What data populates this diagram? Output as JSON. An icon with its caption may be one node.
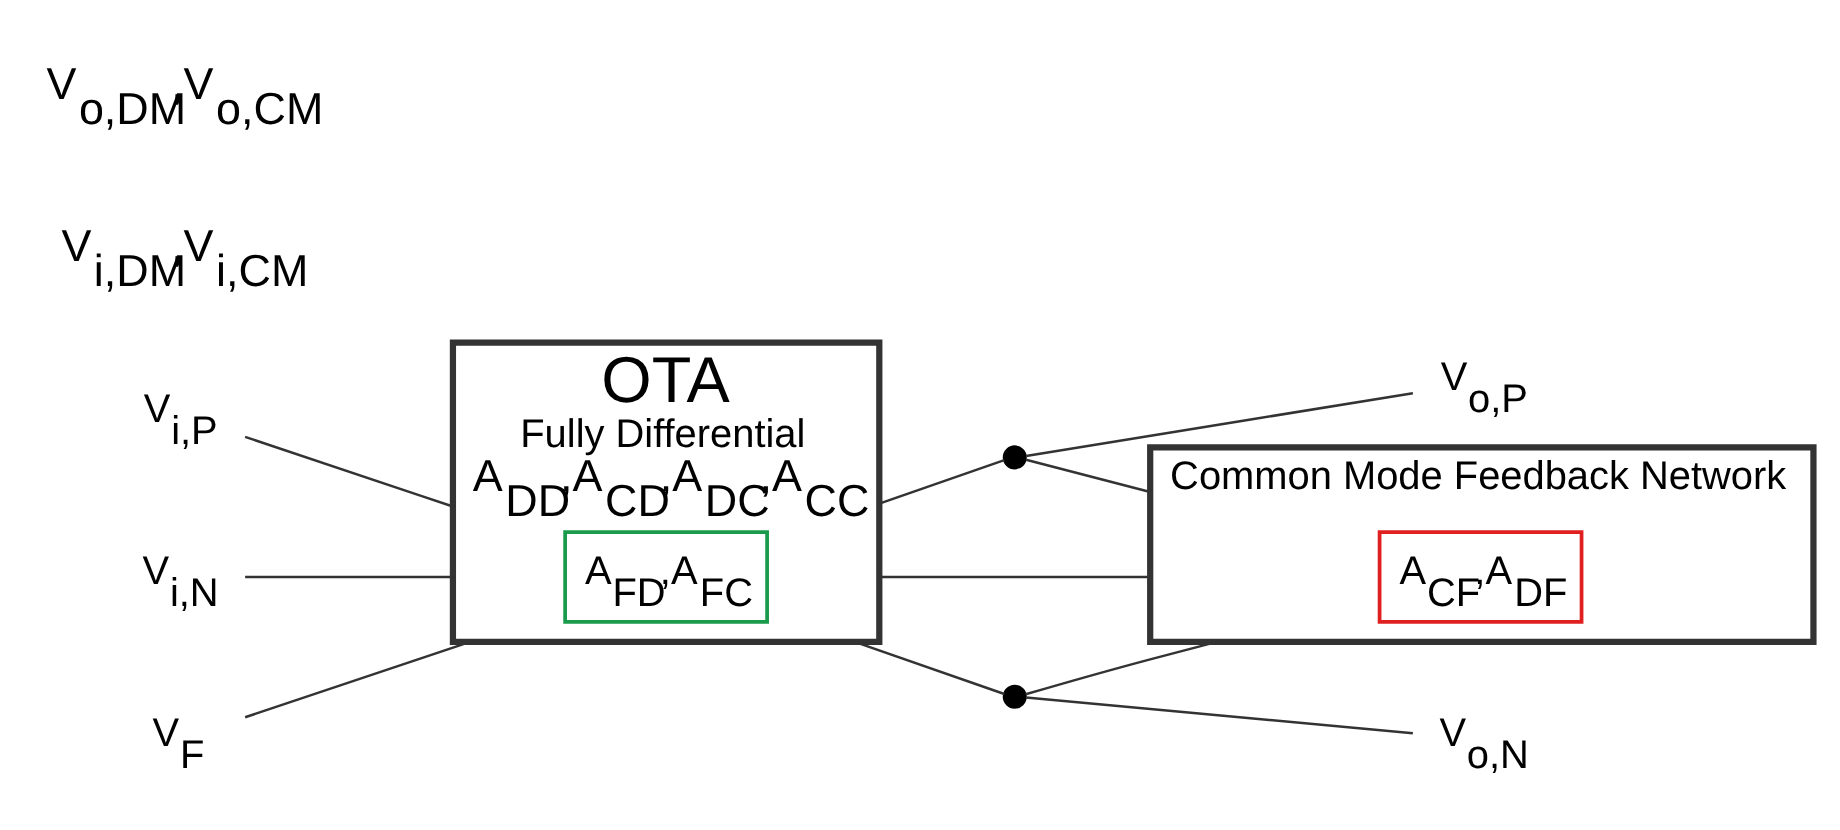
{
  "diagram": {
    "nodes": [
      {
        "text": [
          "OTA",
          "Fully Differential",
          "A$_{DD}$,A$_{CD}$,A$_{DC}$,A$_{CC}$"
        ]
      },
      {
        "text": [
          "A$_{FD}$,A$_{FC}$"
        ],
        "in": 0
      },
      {
        "text": [
          "Common Mode Feedback Network"
        ]
      },
      {
        "text": [
          "A$_{CF}$,A$_{DF}$"
        ],
        "in": 2
      },
      {
        "text": [
          "V$_{i,P}$"
        ]
      },
      {
        "text": [
          "V$_{i,N}$"
        ]
      },
      {
        "text": [
          "V$_{F}$"
        ]
      },
      {
        "text": [
          "V$_{o,P}$"
        ]
      },
      {
        "text": [
          "V$_{o,N}$"
        ]
      },
      {
        "text": [],
        "shape": "circle"
      },
      {
        "text": [],
        "shape": "circle"
      }
    ],
    "edges": [
      {
        "from": 4,
        "to": 0,
        "arrow": "none"
      },
      {
        "from": 5,
        "to": 0,
        "arrow": "none"
      },
      {
        "from": 0,
        "to": 9,
        "arrow": "none"
      },
      {
        "from": 9,
        "to": 7,
        "arrow": "none"
      },
      {
        "from": 0,
        "to": 10,
        "arrow": "none"
      },
      {
        "from": 10,
        "to": 8,
        "arrow": "none"
      },
      {
        "from": 9,
        "to": 2,
        "arrow": "none"
      },
      {
        "from": 10,
        "to": 2,
        "arrow": "none"
      },
      {
        "from": 2,
        "to": 0,
        "arrow": "none"
      },
      {
        "from": 6,
        "to": 0,
        "arrow": "none"
      }
    ],
    "labels": [
      "V$_{i,DM}$,V$_{i,CM}$",
      "V$_{o,DM}$,V$_{o,CM}$"
    ]
  }
}
